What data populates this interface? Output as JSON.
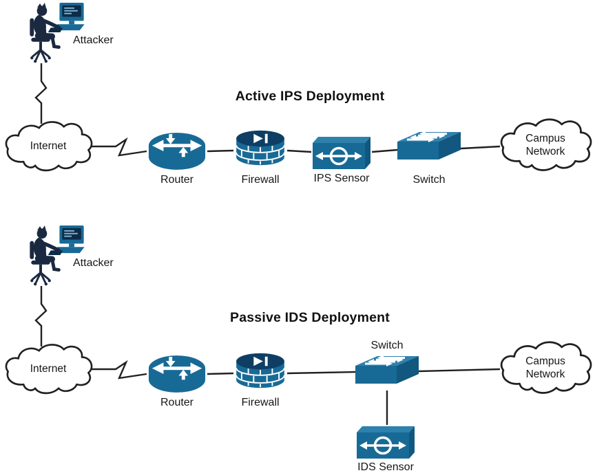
{
  "colors": {
    "device_blue": "#186a96",
    "device_top": "#2e81ad",
    "device_side": "#11577f",
    "device_dark": "#0e3e63",
    "person_navy": "#1b2940",
    "line": "#231f20",
    "background": "#ffffff"
  },
  "sections": [
    {
      "title": "Active IPS Deployment",
      "labels": {
        "attacker": "Attacker",
        "internet": "Internet",
        "router": "Router",
        "firewall": "Firewall",
        "sensor": "IPS Sensor",
        "switch": "Switch",
        "campus": "Campus Network"
      }
    },
    {
      "title": "Passive IDS Deployment",
      "labels": {
        "attacker": "Attacker",
        "internet": "Internet",
        "router": "Router",
        "firewall": "Firewall",
        "switch": "Switch",
        "sensor": "IDS Sensor",
        "campus": "Campus Network"
      }
    }
  ]
}
